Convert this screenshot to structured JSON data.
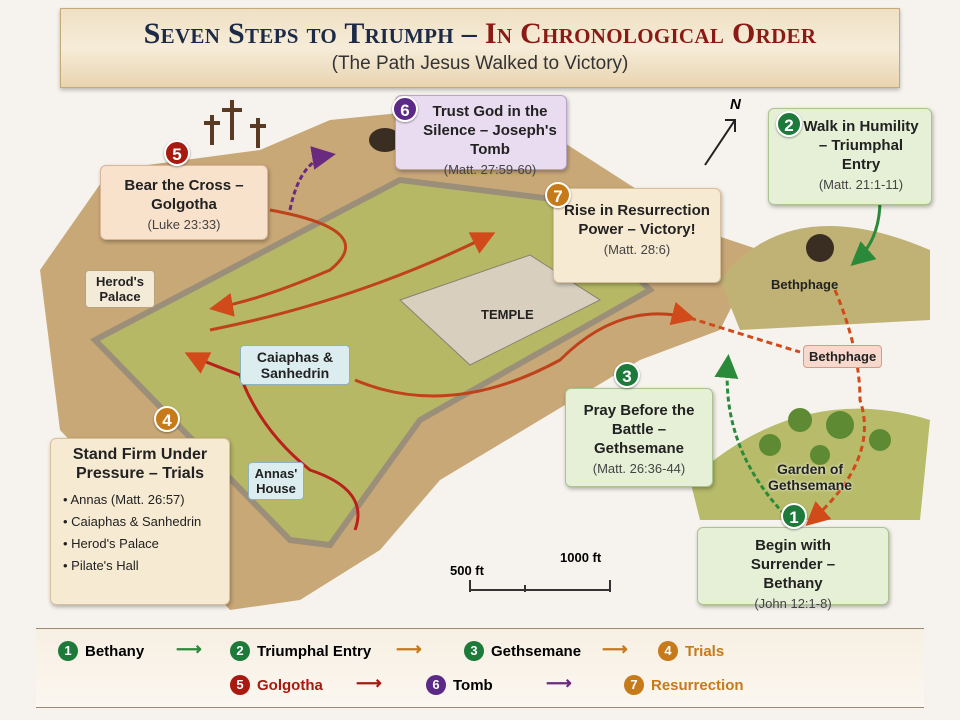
{
  "header": {
    "title_part1": "Seven Steps to Triumph –",
    "title_part2": "In Chronological Order",
    "subtitle": "(The Path Jesus Walked to Victory)"
  },
  "colors": {
    "green": "#1e7a3a",
    "orange": "#c67a1a",
    "red": "#a8190f",
    "purple": "#5b2a86"
  },
  "steps": [
    {
      "num": "1",
      "title": "Begin with Surrender – Bethany",
      "ref": "(John 12:1-8)"
    },
    {
      "num": "2",
      "title": "Walk in Humility – Triumphal Entry",
      "ref": "(Matt. 21:1-11)"
    },
    {
      "num": "3",
      "title": "Pray Before the Battle – Gethsemane",
      "ref": "(Matt. 26:36-44)"
    },
    {
      "num": "4",
      "title": "Stand Firm Under Pressure – Trials",
      "items": [
        "• Annas (Matt. 26:57)",
        "• Caiaphas & Sanhedrin",
        "• Herod's Palace",
        "• Pilate's Hall"
      ]
    },
    {
      "num": "5",
      "title": "Bear the Cross – Golgotha",
      "ref": "(Luke 23:33)"
    },
    {
      "num": "6",
      "title": "Trust God in the Silence – Joseph's Tomb",
      "ref": "(Matt. 27:59-60)"
    },
    {
      "num": "7",
      "title": "Rise in Resurrection Power – Victory!",
      "ref": "(Matt. 28:6)"
    }
  ],
  "places": {
    "herod": "Herod's Palace",
    "caiaphas": "Caiaphas & Sanhedrin",
    "annas": "Annas' House",
    "temple": "TEMPLE",
    "bethphage1": "Bethphage",
    "bethphage2": "Bethphage",
    "garden": "Garden of Gethsemane"
  },
  "compass": "N",
  "scale": {
    "a": "500 ft",
    "b": "1000 ft"
  },
  "legend": [
    {
      "num": "1",
      "label": "Bethany"
    },
    {
      "num": "2",
      "label": "Triumphal Entry"
    },
    {
      "num": "3",
      "label": "Gethsemane"
    },
    {
      "num": "4",
      "label": "Trials"
    },
    {
      "num": "5",
      "label": "Golgotha"
    },
    {
      "num": "6",
      "label": "Tomb"
    },
    {
      "num": "7",
      "label": "Resurrection"
    }
  ]
}
